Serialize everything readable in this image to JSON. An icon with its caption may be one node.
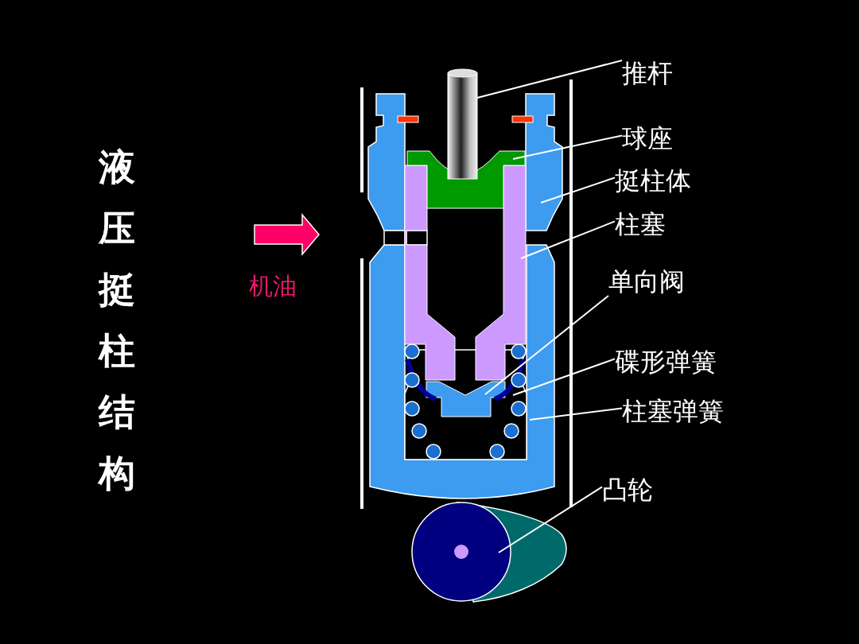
{
  "diagram": {
    "title": "液压挺柱结构",
    "nodes": [
      {
        "text": [
          "推杆"
        ]
      },
      {
        "text": [
          "球座"
        ]
      },
      {
        "text": [
          "挺柱体"
        ]
      },
      {
        "text": [
          "柱塞"
        ]
      },
      {
        "text": [
          "单向阀"
        ]
      },
      {
        "text": [
          "碟形弹簧"
        ]
      },
      {
        "text": [
          "柱塞弹簧"
        ]
      },
      {
        "text": [
          "凸轮"
        ]
      }
    ],
    "edges": [
      {
        "from": 0,
        "to": null,
        "arrow": "none"
      },
      {
        "from": 1,
        "to": null,
        "arrow": "none"
      },
      {
        "from": 2,
        "to": null,
        "arrow": "none"
      },
      {
        "from": 3,
        "to": null,
        "arrow": "none"
      },
      {
        "from": 4,
        "to": null,
        "arrow": "none"
      },
      {
        "from": 5,
        "to": null,
        "arrow": "none"
      },
      {
        "from": 6,
        "to": null,
        "arrow": "none"
      },
      {
        "from": 7,
        "to": null,
        "arrow": "none"
      }
    ],
    "labels": [
      "机油"
    ]
  }
}
